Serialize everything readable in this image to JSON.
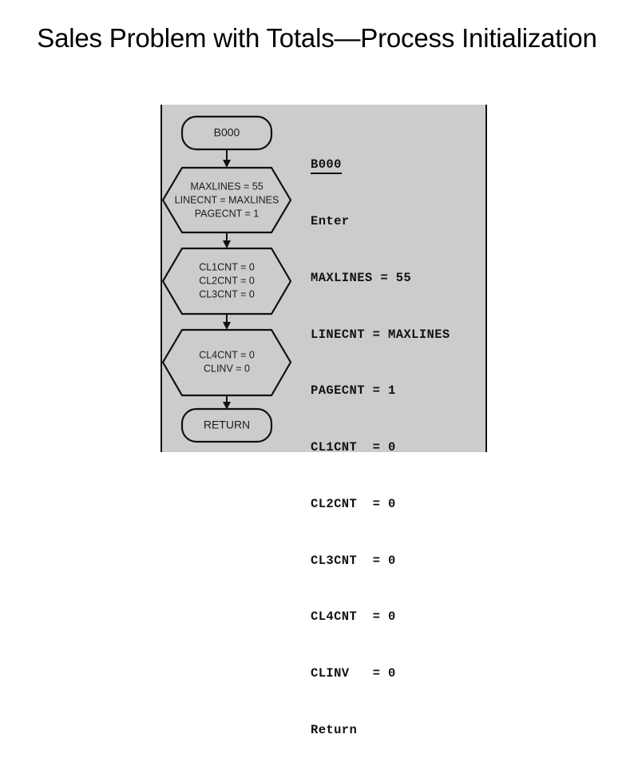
{
  "slide": {
    "title": "Sales Problem with Totals—Process Initialization"
  },
  "figure": {
    "background_color": "#cccccc",
    "border_color": "#111111",
    "flowchart": {
      "nodes": [
        {
          "id": "start-terminal",
          "shape": "rounded-terminal",
          "lines": [
            "B000"
          ]
        },
        {
          "id": "preparation-1",
          "shape": "hexagon",
          "lines": [
            "MAXLINES = 55",
            "LINECNT = MAXLINES",
            "PAGECNT = 1"
          ]
        },
        {
          "id": "preparation-2",
          "shape": "hexagon",
          "lines": [
            "CL1CNT = 0",
            "CL2CNT = 0",
            "CL3CNT = 0"
          ]
        },
        {
          "id": "preparation-3",
          "shape": "hexagon",
          "lines": [
            "CL4CNT = 0",
            "CLINV = 0"
          ]
        },
        {
          "id": "end-terminal",
          "shape": "rounded-terminal",
          "lines": [
            "RETURN"
          ]
        }
      ]
    },
    "pseudocode": {
      "lines": [
        {
          "text": "B000",
          "underlined": true
        },
        {
          "text": "Enter",
          "underlined": false
        },
        {
          "text": "MAXLINES = 55",
          "underlined": false
        },
        {
          "text": "LINECNT = MAXLINES",
          "underlined": false
        },
        {
          "text": "PAGECNT = 1",
          "underlined": false
        },
        {
          "text": "CL1CNT  = 0",
          "underlined": false
        },
        {
          "text": "CL2CNT  = 0",
          "underlined": false
        },
        {
          "text": "CL3CNT  = 0",
          "underlined": false
        },
        {
          "text": "CL4CNT  = 0",
          "underlined": false
        },
        {
          "text": "CLINV   = 0",
          "underlined": false
        },
        {
          "text": "Return",
          "underlined": false
        }
      ]
    }
  }
}
